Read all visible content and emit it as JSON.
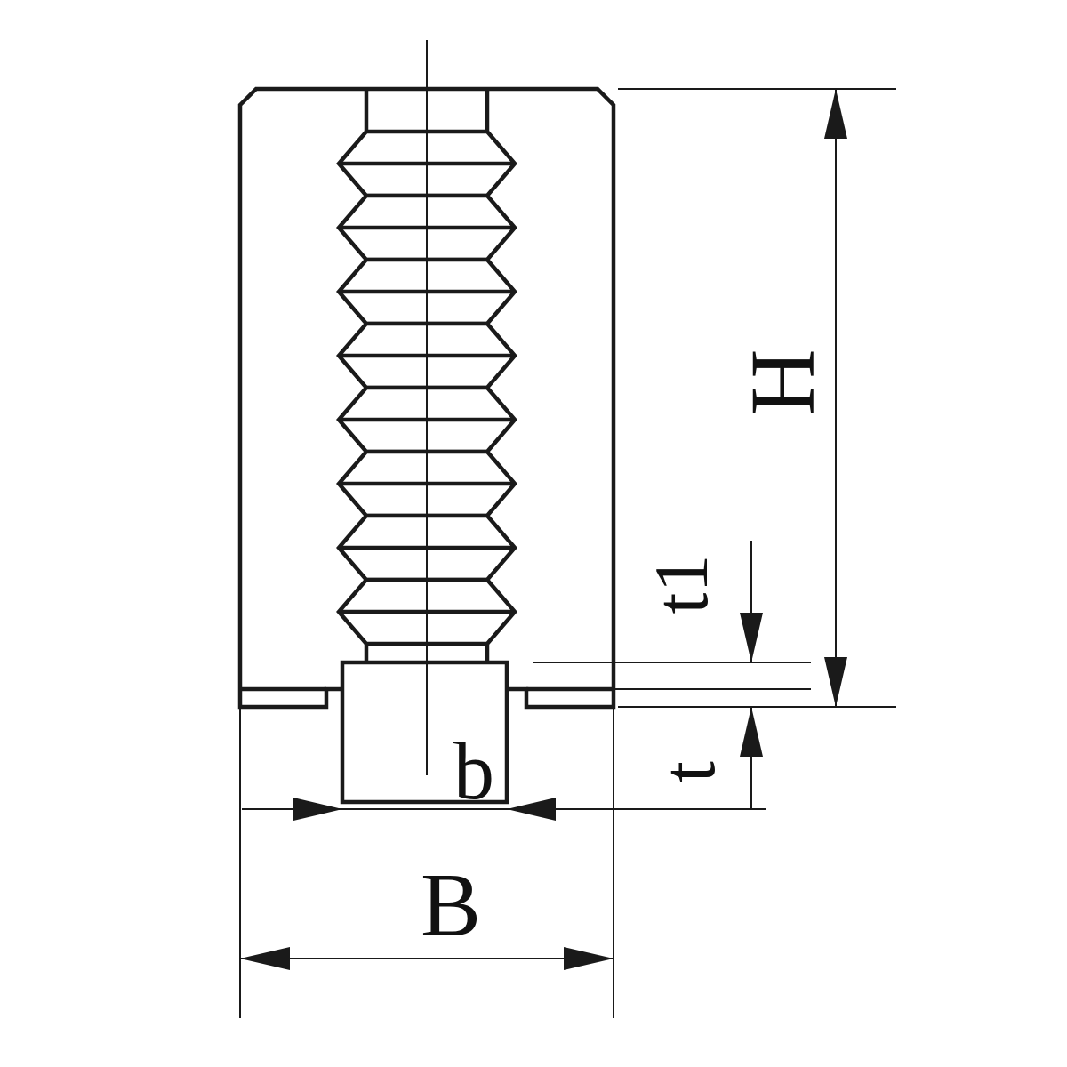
{
  "drawing": {
    "labels": {
      "height": "H",
      "t1": "t1",
      "t": "t",
      "b": "b",
      "B": "B"
    },
    "colors": {
      "body_fill": "#ececec",
      "line": "#1a1a1a"
    }
  }
}
